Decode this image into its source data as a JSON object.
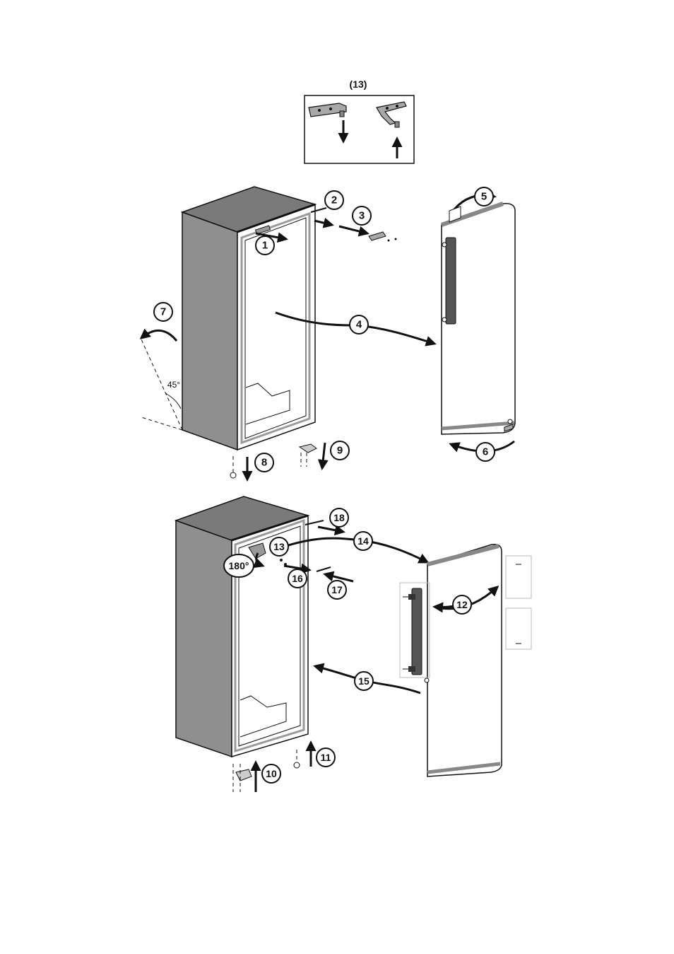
{
  "inset": {
    "caption": "(13)"
  },
  "angles": {
    "tilt": "45°",
    "rotate": "180°"
  },
  "steps": {
    "s1": "1",
    "s2": "2",
    "s3": "3",
    "s4": "4",
    "s5": "5",
    "s6": "6",
    "s7": "7",
    "s8": "8",
    "s9": "9",
    "s10": "10",
    "s11": "11",
    "s12": "12",
    "s13": "13",
    "s14": "14",
    "s15": "15",
    "s16": "16",
    "s17": "17",
    "s18": "18"
  }
}
